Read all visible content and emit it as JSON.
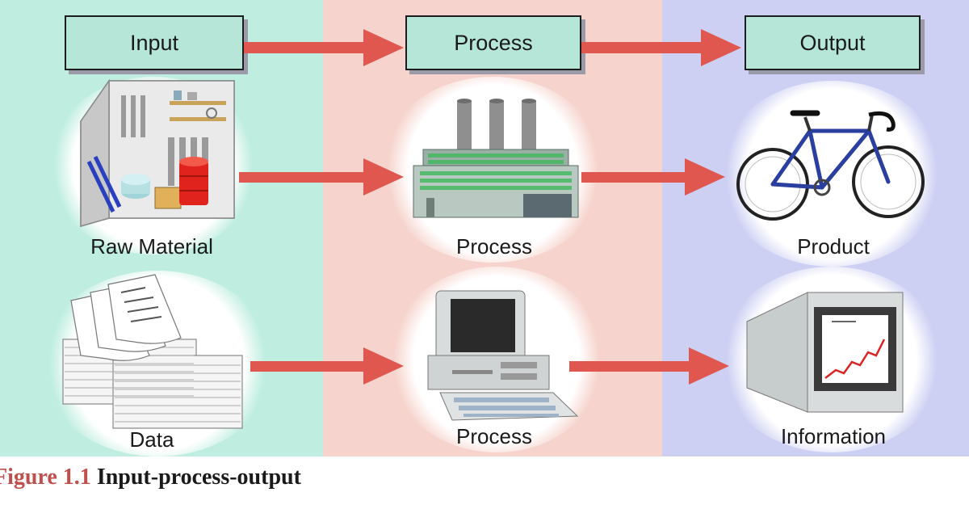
{
  "headers": {
    "input": "Input",
    "process": "Process",
    "output": "Output"
  },
  "rows": [
    {
      "input": "Raw Material",
      "process": "Process",
      "output": "Product"
    },
    {
      "input": "Data",
      "process": "Process",
      "output": "Information"
    }
  ],
  "figure": {
    "number": "Figure 1.1",
    "title": "Input-process-output"
  },
  "colors": {
    "input_column": "#bfeee0",
    "process_column": "#f6d3cc",
    "output_column": "#cdd0f3",
    "header_box": "#b6e6d8",
    "arrow": "#e0574f",
    "figure_number": "#c0504d"
  },
  "icons": [
    "warehouse-icon",
    "factory-icon",
    "bicycle-icon",
    "documents-icon",
    "computer-icon",
    "monitor-chart-icon"
  ]
}
